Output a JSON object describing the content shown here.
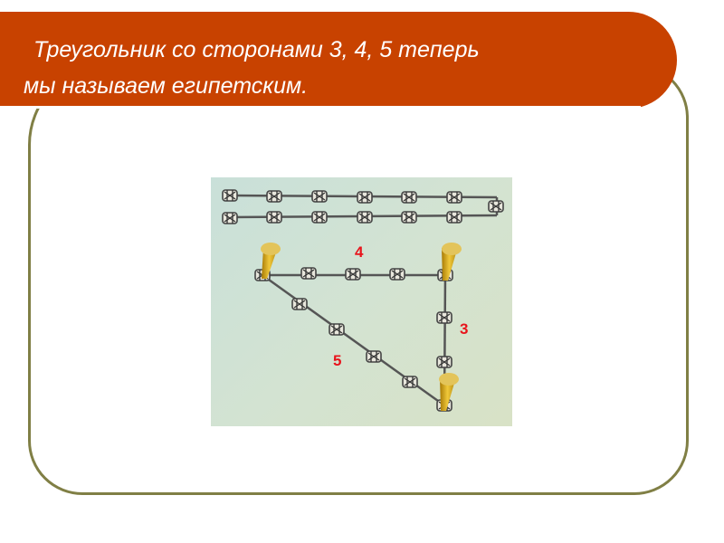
{
  "slide": {
    "title_line1": "Треугольник со сторонами 3, 4, 5 теперь",
    "title_line2": "мы называем египетским."
  },
  "figure": {
    "description": "rope-with-knots-triangle",
    "labels": {
      "side_top": "4",
      "side_right": "3",
      "side_hypotenuse": "5"
    },
    "colors": {
      "banner": "#c84200",
      "frame": "#807f45",
      "label": "#e8141c",
      "peg": "#d4a010",
      "rope": "#4a4a44"
    }
  }
}
